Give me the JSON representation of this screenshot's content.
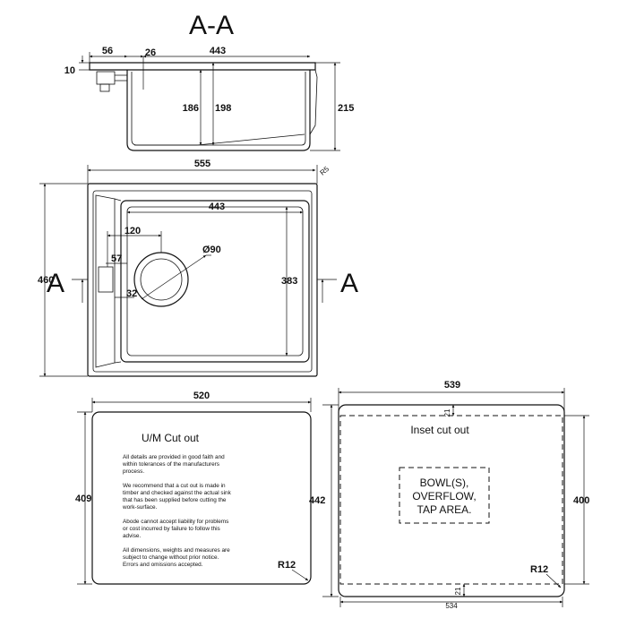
{
  "section": {
    "title": "A-A",
    "dims": {
      "flange": "56",
      "offset": "26",
      "width": "443",
      "rim": "10",
      "d186": "186",
      "d198": "198",
      "depth": "215"
    }
  },
  "plan": {
    "dims": {
      "overall_width": "555",
      "radius": "R5",
      "overall_height": "460",
      "bowl_width": "443",
      "waste_offset": "120",
      "diameter": "Ø90",
      "overflow": "57",
      "d32": "32",
      "bowl_height": "383"
    },
    "marker_left": "A",
    "marker_right": "A"
  },
  "undermount": {
    "title": "U/M Cut out",
    "width": "520",
    "height": "409",
    "radius": "R12",
    "notes": [
      [
        "All details are provided in good faith and",
        "within tolerances of the manufacturers",
        "process."
      ],
      [
        "We recommend that a cut out is made in",
        "timber and checked against the actual sink",
        "that has been supplied before cutting the",
        "work-surface."
      ],
      [
        "Abode cannot accept liability for problems",
        "or cost incurred by failure to follow this",
        "advise."
      ],
      [
        "All dimensions, weights and measures are",
        "subject to change without prior notice.",
        "Errors and omissions accepted."
      ]
    ]
  },
  "inset": {
    "title": "Inset cut out",
    "width": "539",
    "height_outer": "442",
    "height_inner": "400",
    "top_gap": "21",
    "bottom_gap": "21",
    "bottom_width": "534",
    "radius": "R12",
    "center_label": [
      "BOWL(S),",
      "OVERFLOW,",
      "TAP AREA."
    ]
  }
}
